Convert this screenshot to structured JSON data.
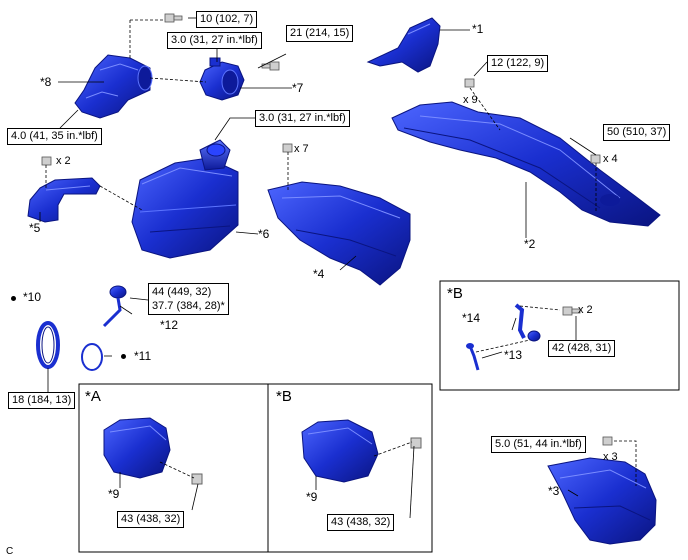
{
  "diagram": {
    "corner_code": "C",
    "parts": {
      "p1": "*1",
      "p2": "*2",
      "p3": "*3",
      "p4": "*4",
      "p5": "*5",
      "p6": "*6",
      "p7": "*7",
      "p8": "*8",
      "p9a": "*9",
      "p9b": "*9",
      "p10": "*10",
      "p11": "*11",
      "p12": "*12",
      "p13": "*13",
      "p14": "*14"
    },
    "torques": {
      "t_10": "10 (102, 7)",
      "t_3a": "3.0 (31, 27 in.*lbf)",
      "t_21": "21 (214, 15)",
      "t_12": "12 (122, 9)",
      "t_50": "50 (510, 37)",
      "t_3b": "3.0 (31, 27 in.*lbf)",
      "t_4": "4.0 (41, 35 in.*lbf)",
      "t_44_line1": "44 (449, 32)",
      "t_44_line2": "37.7 (384, 28)*",
      "t_42": "42 (428, 31)",
      "t_18": "18 (184, 13)",
      "t_5": "5.0 (51, 44 in.*lbf)",
      "t_43a": "43 (438, 32)",
      "t_43b": "43 (438, 32)"
    },
    "quantities": {
      "q_x9": "x 9",
      "q_x7": "x 7",
      "q_x4": "x 4",
      "q_x2a": "x 2",
      "q_x2b": "x 2",
      "q_x3": "x 3"
    },
    "views": {
      "view_a_title": "*A",
      "view_b_title": "*B",
      "view_b2_title": "*B"
    },
    "colors": {
      "part_fill": "#1a2fd0",
      "part_dark": "#0a1480",
      "part_light": "#5c74ff",
      "leader": "#000000"
    }
  }
}
